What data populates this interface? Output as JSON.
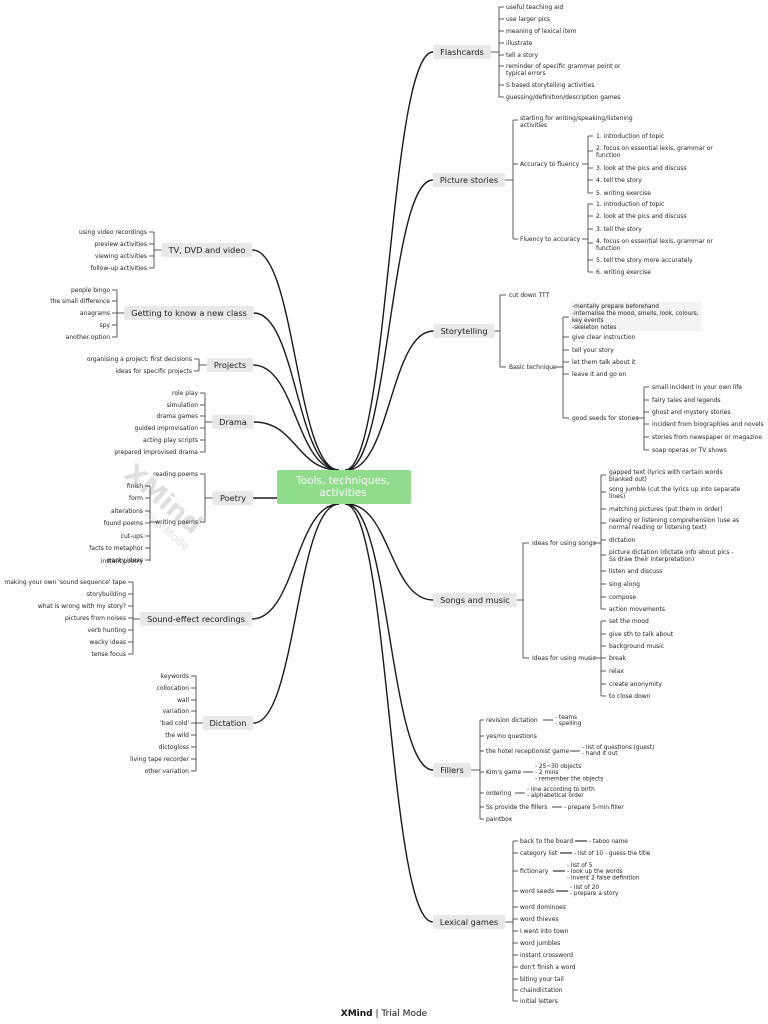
{
  "central": {
    "line1": "Tools, techniques,",
    "line2": "activities"
  },
  "branches": [
    {
      "label": "Flashcards",
      "items": [
        "useful teaching aid",
        "use larger pics",
        "meaning of lexical item",
        "illustrate",
        "tell a story",
        "reminder of specific grammar point or typical errors",
        "S based storytelling activities",
        "guessing/definition/description games"
      ]
    },
    {
      "label": "Picture stories",
      "items": [
        "starting for writing/speaking/listening activities",
        "Accuracy to fluency",
        "1. introduction of topic",
        "2. focus on essential lexis, grammar or function",
        "3. look at the pics and discuss",
        "4. tell the story",
        "5. writing exercise",
        "Fluency to accuracy",
        "1. introduction of topic",
        "2. look at the pics and discuss",
        "3. tell the story",
        "4. focus on essential lexis, grammar or function",
        "5. tell the story more accurately",
        "6. writing exercise"
      ]
    },
    {
      "label": "Storytelling",
      "items": [
        "cut down TTT",
        "Basic technique",
        "-mentally prepare beforehand",
        "-internalise the mood, smells, look, colours, key events",
        "-skeleton notes",
        "give clear instruction",
        "tell your story",
        "let them talk about it",
        "leave it and go on",
        "good seeds for stories",
        "small incident in your own life",
        "fairy tales and legends",
        "ghost and mystery stories",
        "incident from biographies and novels",
        "stories from newspaper or magazine",
        "soap operas or TV shows"
      ]
    },
    {
      "label": "Songs and music",
      "items": [
        "Ideas for using songs",
        "gapped text (lyrics with certain words blanked out)",
        "song jumble (cut the lyrics up into separate lines)",
        "matching pictures (put them in order)",
        "reading or listening comprehension (use as normal reading or listening text)",
        "dictation",
        "picture dictation (dictate info about pics - Ss draw their interpretation)",
        "listen and discuss",
        "sing along",
        "compose",
        "action movements",
        "Ideas for using music",
        "set the mood",
        "give sth to talk about",
        "background music",
        "break",
        "relax",
        "create anonymity",
        "to close down"
      ]
    },
    {
      "label": "Fillers",
      "items": [
        "revision dictation",
        "- teams",
        "- spelling",
        "yes/no questions",
        "the hotel receptionist game",
        "- list of questions (guest)",
        "- hand it out",
        "Kim's game",
        "- 25~30 objects",
        "- 2 mins",
        "- remember the objects",
        "ordering",
        "- line according to birth",
        "- alphabetical order",
        "Ss provide the fillers",
        "- prepare 5-min filler",
        "paintbox"
      ]
    },
    {
      "label": "Lexical games",
      "items": [
        "back to the board",
        "- taboo name",
        "category list",
        "- list of 10 - guess the title",
        "fictionary",
        "- list of 5",
        "- look up the words",
        "- invent 2 false definition",
        "word seeds",
        "- list of 20",
        "- prepare a story",
        "word dominoes",
        "word thieves",
        "I went into town",
        "word jumbles",
        "instant crossword",
        "don't finish a word",
        "biting your tail",
        "chaindictation",
        "initial letters"
      ]
    },
    {
      "label": "TV, DVD and video",
      "items": [
        "using video recordings",
        "preview activities",
        "viewing activities",
        "follow-up activities"
      ]
    },
    {
      "label": "Getting to know a new class",
      "items": [
        "people bingo",
        "the small difference",
        "anagrams",
        "spy",
        "another option"
      ]
    },
    {
      "label": "Projects",
      "items": [
        "organising a project: first decisions",
        "ideas for specific projects"
      ]
    },
    {
      "label": "Drama",
      "items": [
        "role play",
        "simulation",
        "drama games",
        "guided improvisation",
        "acting play scripts",
        "prepared improvised drama"
      ]
    },
    {
      "label": "Poetry",
      "items": [
        "reading poems",
        "writing poems",
        "finish",
        "form",
        "alterations",
        "found poems",
        "cut-ups",
        "facts to metaphor",
        "wacky ideas",
        "instant poetry"
      ]
    },
    {
      "label": "Sound-effect recordings",
      "items": [
        "making your own 'sound sequence' tape",
        "storybuilding",
        "what is wrong with my story?",
        "pictures from noises",
        "verb hunting",
        "wacky ideas",
        "tense focus"
      ]
    },
    {
      "label": "Dictation",
      "items": [
        "keywords",
        "collocation",
        "wall",
        "variation",
        "'bad cold'",
        "the wild",
        "dictogloss",
        "living tape recorder",
        "other variation"
      ]
    }
  ],
  "watermark": {
    "brand": "XMind",
    "mode": "Trial Mode"
  },
  "footer": {
    "brand": "XMind",
    "separator": "|",
    "mode": "Trial Mode"
  },
  "colors": {
    "central_fill": "#8fdc8c",
    "branch_fill": "#e8e8e8",
    "line": "#1a1a1a",
    "leaf_line": "#333333"
  }
}
